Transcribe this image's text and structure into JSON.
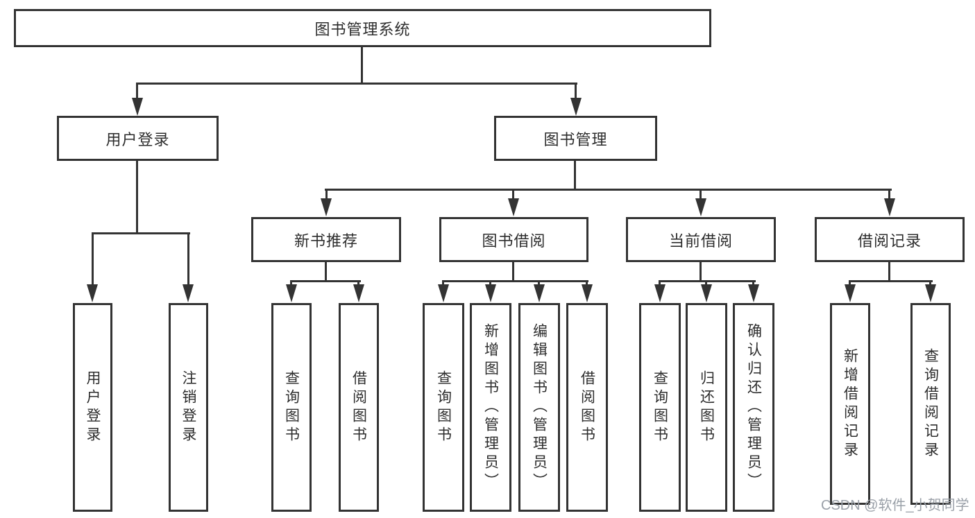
{
  "tree": {
    "label": "图书管理系统",
    "children": [
      {
        "label": "用户登录",
        "children": [
          {
            "label": "用户登录"
          },
          {
            "label": "注销登录"
          }
        ]
      },
      {
        "label": "图书管理",
        "children": [
          {
            "label": "新书推荐",
            "children": [
              {
                "label": "查询图书"
              },
              {
                "label": "借阅图书"
              }
            ]
          },
          {
            "label": "图书借阅",
            "children": [
              {
                "label": "查询图书"
              },
              {
                "label": "新增图书（管理员）"
              },
              {
                "label": "编辑图书（管理员）"
              },
              {
                "label": "借阅图书"
              }
            ]
          },
          {
            "label": "当前借阅",
            "children": [
              {
                "label": "查询图书"
              },
              {
                "label": "归还图书"
              },
              {
                "label": "确认归还（管理员）"
              }
            ]
          },
          {
            "label": "借阅记录",
            "children": [
              {
                "label": "新增借阅记录"
              },
              {
                "label": "查询借阅记录"
              }
            ]
          }
        ]
      }
    ]
  },
  "watermark": {
    "text": "CSDN @软件_小贺同学"
  },
  "colors": {
    "line": "#333333",
    "text": "#2d2d2d",
    "box_background": "#ffffff",
    "page_background": "#ffffff",
    "watermark": "#9aa0a8"
  }
}
